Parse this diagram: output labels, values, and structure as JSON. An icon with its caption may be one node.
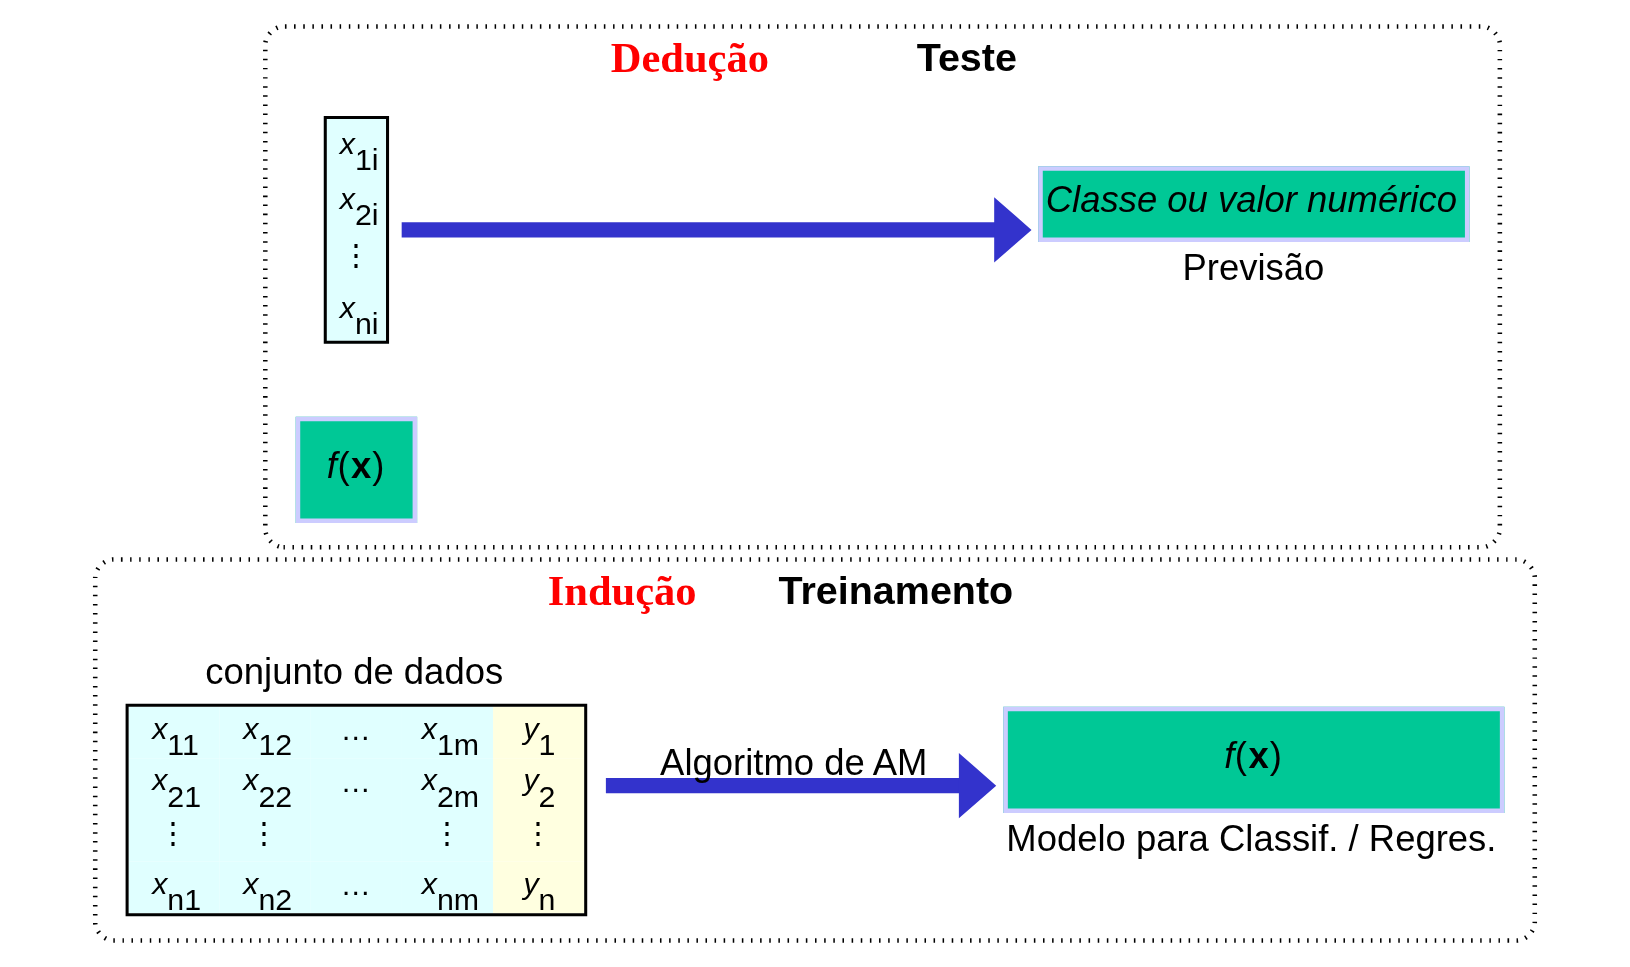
{
  "diagram": {
    "nodes": [
      {
        "text": [
          "Indução",
          "Treinamento"
        ]
      },
      {
        "text": [
          "conjunto de dados",
          "*x*$_{11}$",
          "*x*$_{12}$",
          "…",
          "*x*$_{1m}$",
          "*y*$_{1}$",
          "*x*$_{21}$",
          "*x*$_{22}$",
          "…",
          "*x*$_{2m}$",
          "*y*$_{2}$",
          "⋮",
          "⋮",
          "⋮",
          "⋮",
          "*x*$_{n1}$",
          "*x*$_{n2}$",
          "…",
          "*x*$_{nm}$",
          "*y*$_{n}$"
        ],
        "in": 0
      },
      {
        "text": [
          "*f*(**x**)"
        ],
        "beside": [
          "Modelo para Classif. / Regres."
        ],
        "in": 0
      },
      {
        "text": [
          "Dedução",
          "Teste"
        ]
      },
      {
        "text": [
          "*x*$_{1i}$",
          "*x*$_{2i}$",
          "⋮",
          "*x*$_{ni}$"
        ],
        "in": 3
      },
      {
        "text": [
          "*f*(**x**)"
        ],
        "in": 3
      },
      {
        "text": [
          "Classe ou valor numérico"
        ],
        "beside": [
          "Previsão"
        ],
        "in": 3
      }
    ],
    "edges": [
      {
        "from": 1,
        "to": 2,
        "arrow": "to",
        "label": "Algoritmo de AM"
      },
      {
        "from": 4,
        "to": 6,
        "arrow": "to"
      }
    ]
  }
}
